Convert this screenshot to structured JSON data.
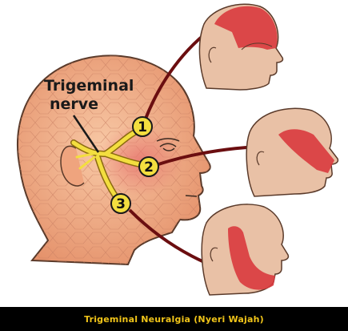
{
  "diagram": {
    "label_line1": "Trigeminal",
    "label_line2": "nerve",
    "branches": [
      "1",
      "2",
      "3"
    ]
  },
  "caption": "Trigeminal Neuralgia (Nyeri Wajah)",
  "colors": {
    "skin_main": "#f0a57e",
    "skin_small": "#e9c1a6",
    "outline": "#5a3a2a",
    "nerve": "#f3de3f",
    "pain_area": "#d93a3e",
    "arrow": "#6b0e10",
    "caption_text": "#f0c419",
    "caption_bg": "#000000"
  }
}
